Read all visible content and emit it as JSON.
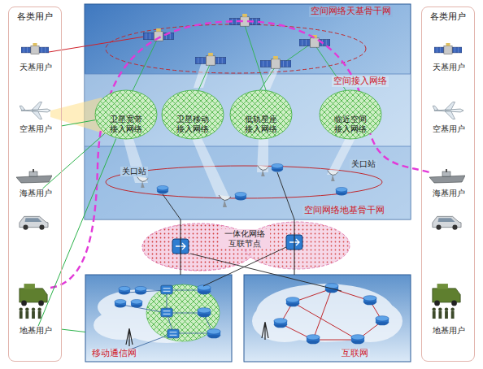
{
  "diagram": {
    "nodes": [
      {
        "text": [
          "各类用户"
        ]
      },
      {
        "text": [
          "天基用户"
        ],
        "in": 0
      },
      {
        "text": [
          "空基用户"
        ],
        "in": 0
      },
      {
        "text": [
          "海基用户"
        ],
        "in": 0
      },
      {
        "text": [
          "地基用户"
        ],
        "in": 0
      },
      {
        "text": [
          "各类用户"
        ]
      },
      {
        "text": [
          "天基用户"
        ],
        "in": 5
      },
      {
        "text": [
          "空基用户"
        ],
        "in": 5
      },
      {
        "text": [
          "海基用户"
        ],
        "in": 5
      },
      {
        "text": [
          "地基用户"
        ],
        "in": 5
      },
      {
        "text": [
          "空间网络天基骨干网"
        ]
      },
      {
        "text": [
          "空间接入网络"
        ]
      },
      {
        "text": [
          "空间网络地基骨干网"
        ]
      },
      {
        "text": [
          "卫星宽带 接入网络"
        ],
        "in": 11
      },
      {
        "text": [
          "卫星移动 接入网络"
        ],
        "in": 11
      },
      {
        "text": [
          "低轨星座 接入网络"
        ],
        "in": 11
      },
      {
        "text": [
          "临近空间 接入网络"
        ],
        "in": 11
      },
      {
        "text": [
          "移动通信网"
        ]
      },
      {
        "text": [
          "互联网"
        ]
      }
    ],
    "edges": [
      {
        "from": 2,
        "to": 13,
        "arrow": "none"
      },
      {
        "from": 3,
        "to": 13,
        "arrow": "none"
      },
      {
        "from": 4,
        "to": 13,
        "arrow": "none"
      },
      {
        "from": 4,
        "to": 17,
        "arrow": "none"
      },
      {
        "from": 12,
        "to": 17,
        "arrow": "none"
      },
      {
        "from": 12,
        "to": 18,
        "arrow": "none"
      }
    ],
    "labels": [
      "关口站",
      "关口站",
      "一体化网络 互联节点"
    ]
  }
}
